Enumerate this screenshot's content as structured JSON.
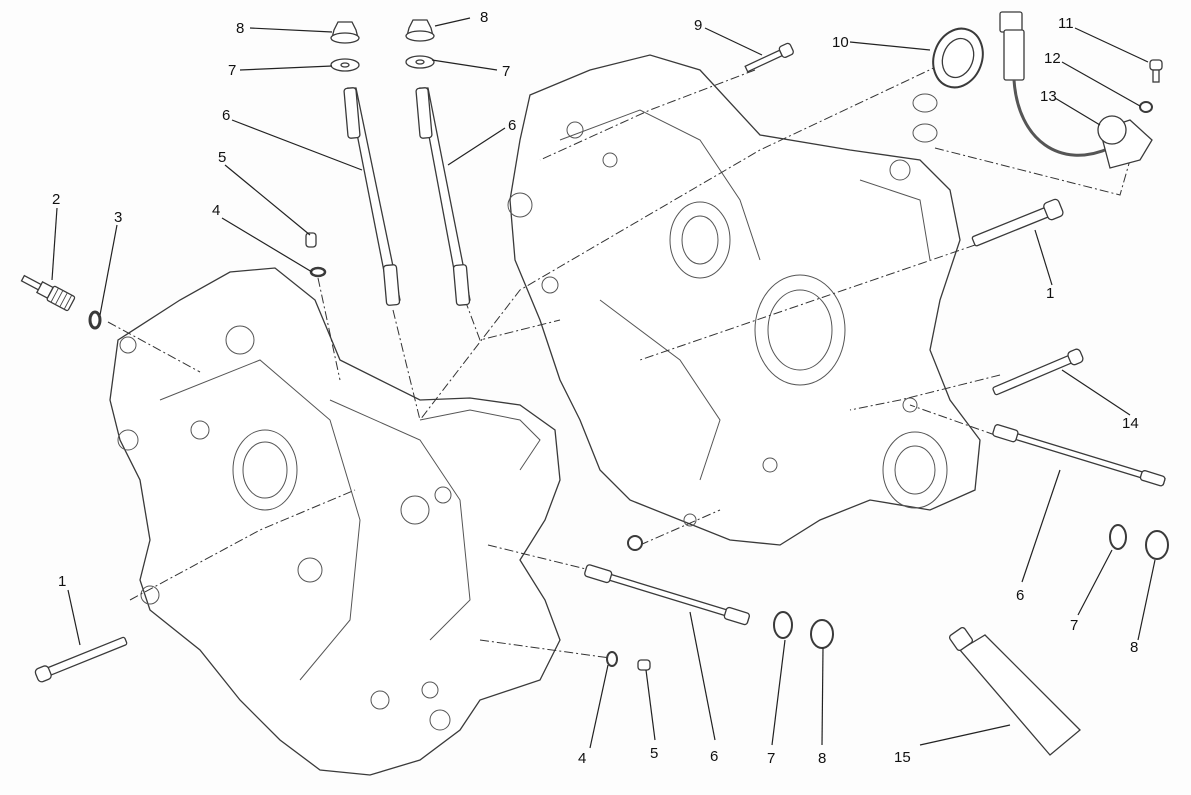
{
  "diagram": {
    "title": "Crankcase halves exploded view",
    "callouts": [
      {
        "id": "c1a",
        "label": "1",
        "part": "crankcase-bolt"
      },
      {
        "id": "c1b",
        "label": "1",
        "part": "crankcase-bolt"
      },
      {
        "id": "c2",
        "label": "2",
        "part": "sensor-plug"
      },
      {
        "id": "c3",
        "label": "3",
        "part": "sealing-washer"
      },
      {
        "id": "c4a",
        "label": "4",
        "part": "o-ring"
      },
      {
        "id": "c4b",
        "label": "4",
        "part": "o-ring"
      },
      {
        "id": "c5a",
        "label": "5",
        "part": "dowel-bush"
      },
      {
        "id": "c5b",
        "label": "5",
        "part": "dowel-bush"
      },
      {
        "id": "c6a",
        "label": "6",
        "part": "stud"
      },
      {
        "id": "c6b",
        "label": "6",
        "part": "stud"
      },
      {
        "id": "c6c",
        "label": "6",
        "part": "stud"
      },
      {
        "id": "c6d",
        "label": "6",
        "part": "stud"
      },
      {
        "id": "c7a",
        "label": "7",
        "part": "washer"
      },
      {
        "id": "c7b",
        "label": "7",
        "part": "washer"
      },
      {
        "id": "c7c",
        "label": "7",
        "part": "washer"
      },
      {
        "id": "c7d",
        "label": "7",
        "part": "washer"
      },
      {
        "id": "c8a",
        "label": "8",
        "part": "flange-nut"
      },
      {
        "id": "c8b",
        "label": "8",
        "part": "flange-nut"
      },
      {
        "id": "c8c",
        "label": "8",
        "part": "flange-nut"
      },
      {
        "id": "c8d",
        "label": "8",
        "part": "flange-nut"
      },
      {
        "id": "c9",
        "label": "9",
        "part": "screw"
      },
      {
        "id": "c10",
        "label": "10",
        "part": "oil-seal"
      },
      {
        "id": "c11",
        "label": "11",
        "part": "screw"
      },
      {
        "id": "c12",
        "label": "12",
        "part": "washer"
      },
      {
        "id": "c13",
        "label": "13",
        "part": "speed-sensor"
      },
      {
        "id": "c14",
        "label": "14",
        "part": "bolt"
      },
      {
        "id": "c15",
        "label": "15",
        "part": "sealant-tube"
      }
    ]
  }
}
